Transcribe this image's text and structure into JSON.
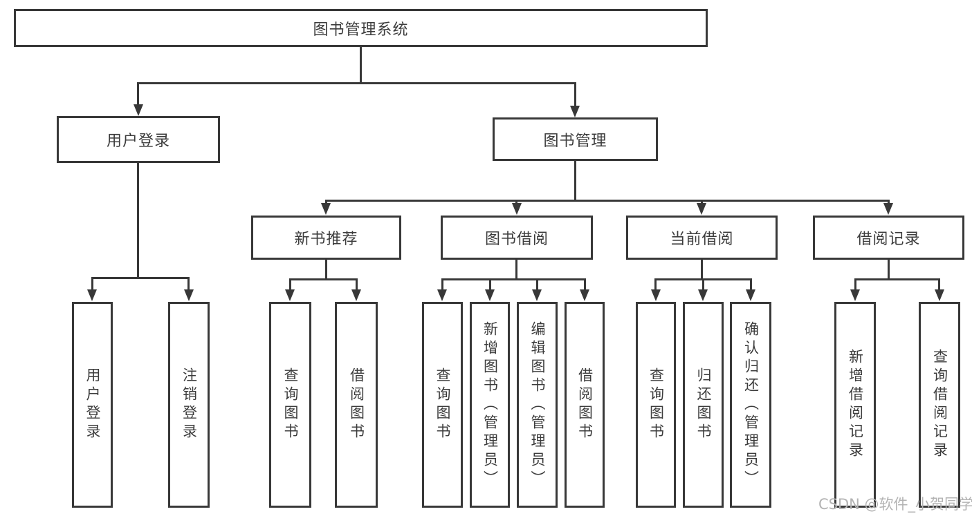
{
  "diagram": {
    "root": "图书管理系统",
    "level2": [
      {
        "label": "用户登录"
      },
      {
        "label": "图书管理"
      }
    ],
    "login_children": [
      "用户登录",
      "注销登录"
    ],
    "sections": [
      {
        "label": "新书推荐",
        "children": [
          "查询图书",
          "借阅图书"
        ]
      },
      {
        "label": "图书借阅",
        "children": [
          "查询图书",
          "新增图书（管理员）",
          "编辑图书（管理员）",
          "借阅图书"
        ]
      },
      {
        "label": "当前借阅",
        "children": [
          "查询图书",
          "归还图书",
          "确认归还（管理员）"
        ]
      },
      {
        "label": "借阅记录",
        "children": [
          "新增借阅记录",
          "查询借阅记录"
        ]
      }
    ]
  },
  "watermark": "CSDN @软件_小贺同学",
  "colors": {
    "line": "#383838",
    "text": "#3c3c3c",
    "watermark": "#b3b3b3",
    "background": "#ffffff"
  }
}
